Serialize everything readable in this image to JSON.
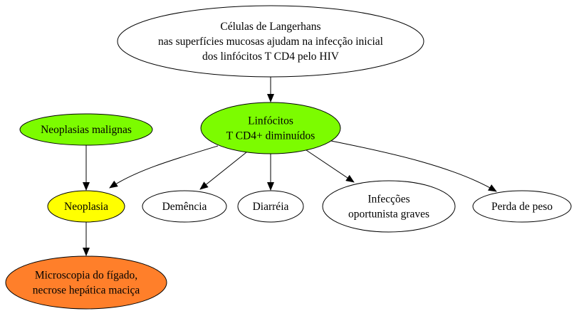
{
  "colors": {
    "lime_green": "#7cfc00",
    "yellow": "#ffff00",
    "orange": "#ff7f2a",
    "white": "#ffffff",
    "stroke": "#000000"
  },
  "nodes": {
    "langerhans": {
      "lines": [
        "Células de Langerhans",
        "nas superfícies mucosas ajudam na infecção inicial",
        "dos linfócitos T CD4 pelo HIV"
      ],
      "fill": "white"
    },
    "linfocitos": {
      "lines": [
        "Linfócitos",
        "T CD4+ diminuídos"
      ],
      "fill": "lime_green"
    },
    "neoplasias_malignas": {
      "lines": [
        "Neoplasias malignas"
      ],
      "fill": "lime_green"
    },
    "neoplasia": {
      "lines": [
        "Neoplasia"
      ],
      "fill": "yellow"
    },
    "demencia": {
      "lines": [
        "Demência"
      ],
      "fill": "white"
    },
    "diarreia": {
      "lines": [
        "Diarréia"
      ],
      "fill": "white"
    },
    "infeccoes": {
      "lines": [
        "Infecções",
        "oportunista graves"
      ],
      "fill": "white"
    },
    "perda_peso": {
      "lines": [
        "Perda de peso"
      ],
      "fill": "white"
    },
    "microscopia": {
      "lines": [
        "Microscopia do fígado,",
        "necrose hepática maciça"
      ],
      "fill": "orange"
    }
  },
  "edges": [
    {
      "from": "langerhans",
      "to": "linfocitos"
    },
    {
      "from": "linfocitos",
      "to": "neoplasia"
    },
    {
      "from": "linfocitos",
      "to": "demencia"
    },
    {
      "from": "linfocitos",
      "to": "diarreia"
    },
    {
      "from": "linfocitos",
      "to": "infeccoes"
    },
    {
      "from": "linfocitos",
      "to": "perda_peso"
    },
    {
      "from": "neoplasias_malignas",
      "to": "neoplasia"
    },
    {
      "from": "neoplasia",
      "to": "microscopia"
    }
  ]
}
